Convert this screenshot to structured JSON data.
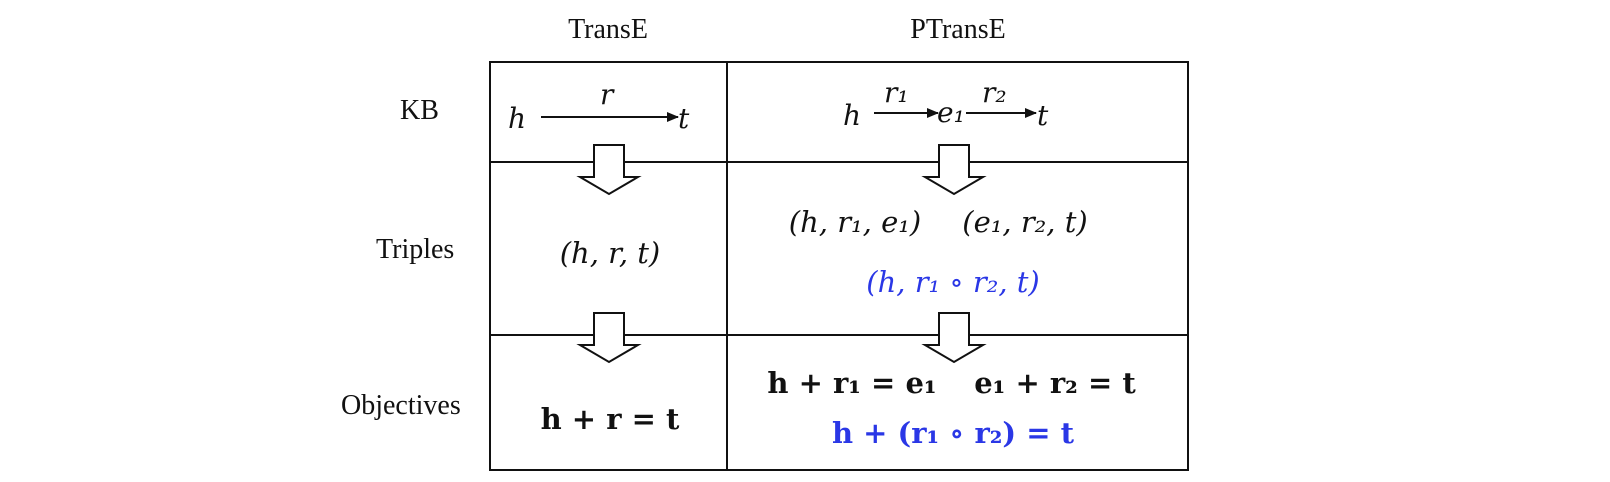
{
  "columns": {
    "transe": "TransE",
    "ptranse": "PTransE"
  },
  "rows": {
    "kb": "KB",
    "triples": "Triples",
    "objectives": "Objectives"
  },
  "kb": {
    "transe": {
      "head": "h",
      "relation": "r",
      "tail": "t"
    },
    "ptranse": {
      "head": "h",
      "rel1": "r₁",
      "mid": "e₁",
      "rel2": "r₂",
      "tail": "t"
    }
  },
  "triples": {
    "transe": "(h, r, t)",
    "ptranse_1": "(h, r₁, e₁)",
    "ptranse_2": "(e₁, r₂, t)",
    "ptranse_path": "(h, r₁ ∘ r₂, t)"
  },
  "objectives": {
    "transe": "h + r = t",
    "ptranse_1": "h + r₁ = e₁",
    "ptranse_2": "e₁ + r₂ = t",
    "ptranse_path": "h + (r₁ ∘ r₂) = t"
  },
  "colors": {
    "path_highlight": "#2a37e6",
    "lines": "#111111"
  }
}
